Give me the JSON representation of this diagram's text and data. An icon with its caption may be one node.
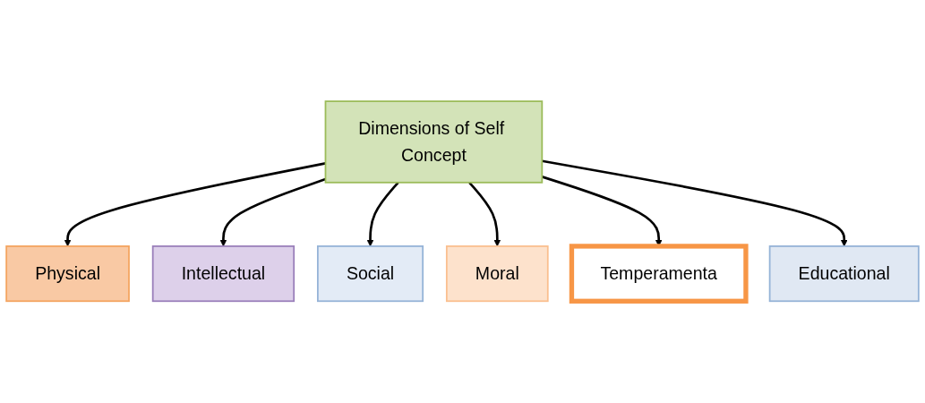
{
  "diagram": {
    "nodes": [
      {
        "text": [
          "Physical"
        ]
      },
      {
        "text": [
          "Intellectual"
        ]
      },
      {
        "text": [
          "Social"
        ]
      },
      {
        "text": [
          "Dimensions of Self Concept"
        ]
      },
      {
        "text": [
          "Moral"
        ]
      },
      {
        "text": [
          "Temperamenta"
        ]
      },
      {
        "text": [
          "Educational"
        ]
      }
    ],
    "edges": [
      {
        "from": 3,
        "to": 0,
        "arrow": "to"
      },
      {
        "from": 3,
        "to": 1,
        "arrow": "to"
      },
      {
        "from": 3,
        "to": 2,
        "arrow": "to"
      },
      {
        "from": 3,
        "to": 4,
        "arrow": "to"
      },
      {
        "from": 3,
        "to": 5,
        "arrow": "to"
      },
      {
        "from": 3,
        "to": 6,
        "arrow": "to"
      }
    ]
  }
}
